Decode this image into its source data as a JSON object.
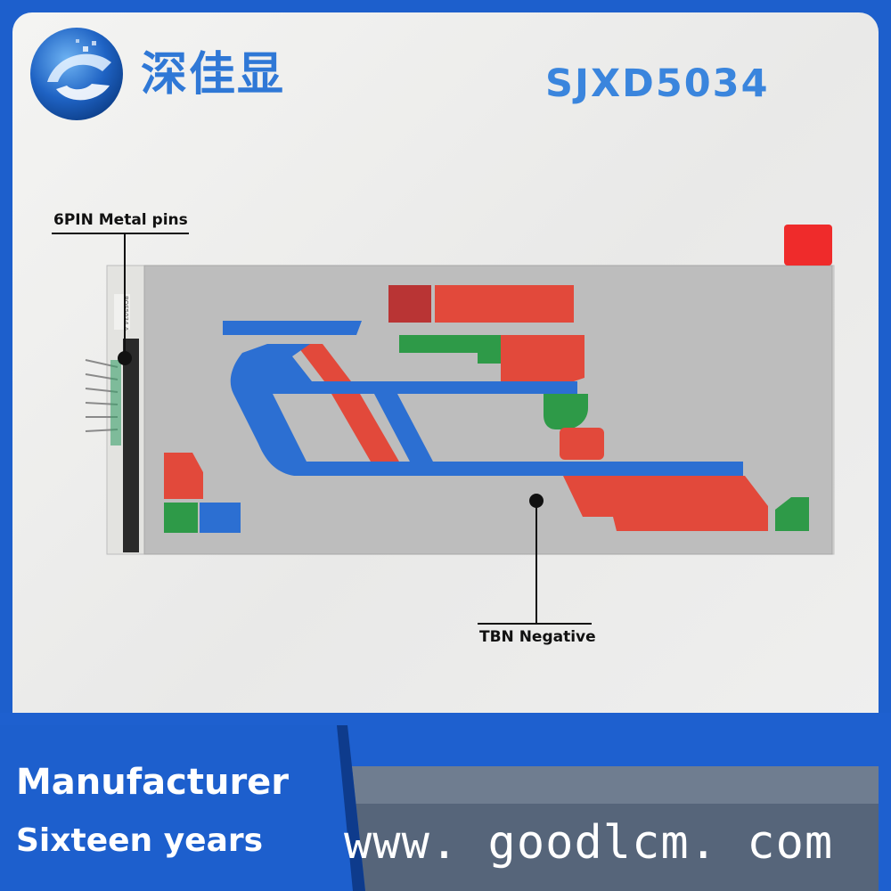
{
  "brand": {
    "chinese_name": "深佳显",
    "model": "SJXD5034"
  },
  "callouts": {
    "pins_label": "6PIN Metal pins",
    "display_label": "TBN Negative"
  },
  "panel": {
    "part_marking": "BOS5034 A"
  },
  "banner": {
    "line1": "Manufacturer",
    "line2": "Sixteen years",
    "url": "www. goodlcm. com"
  },
  "colors": {
    "brand_blue": "#1e60cf",
    "segment_red": "#e2493b",
    "segment_green": "#2e9a48",
    "segment_blue": "#2c6fd2",
    "panel_gray": "#bdbdbd"
  }
}
